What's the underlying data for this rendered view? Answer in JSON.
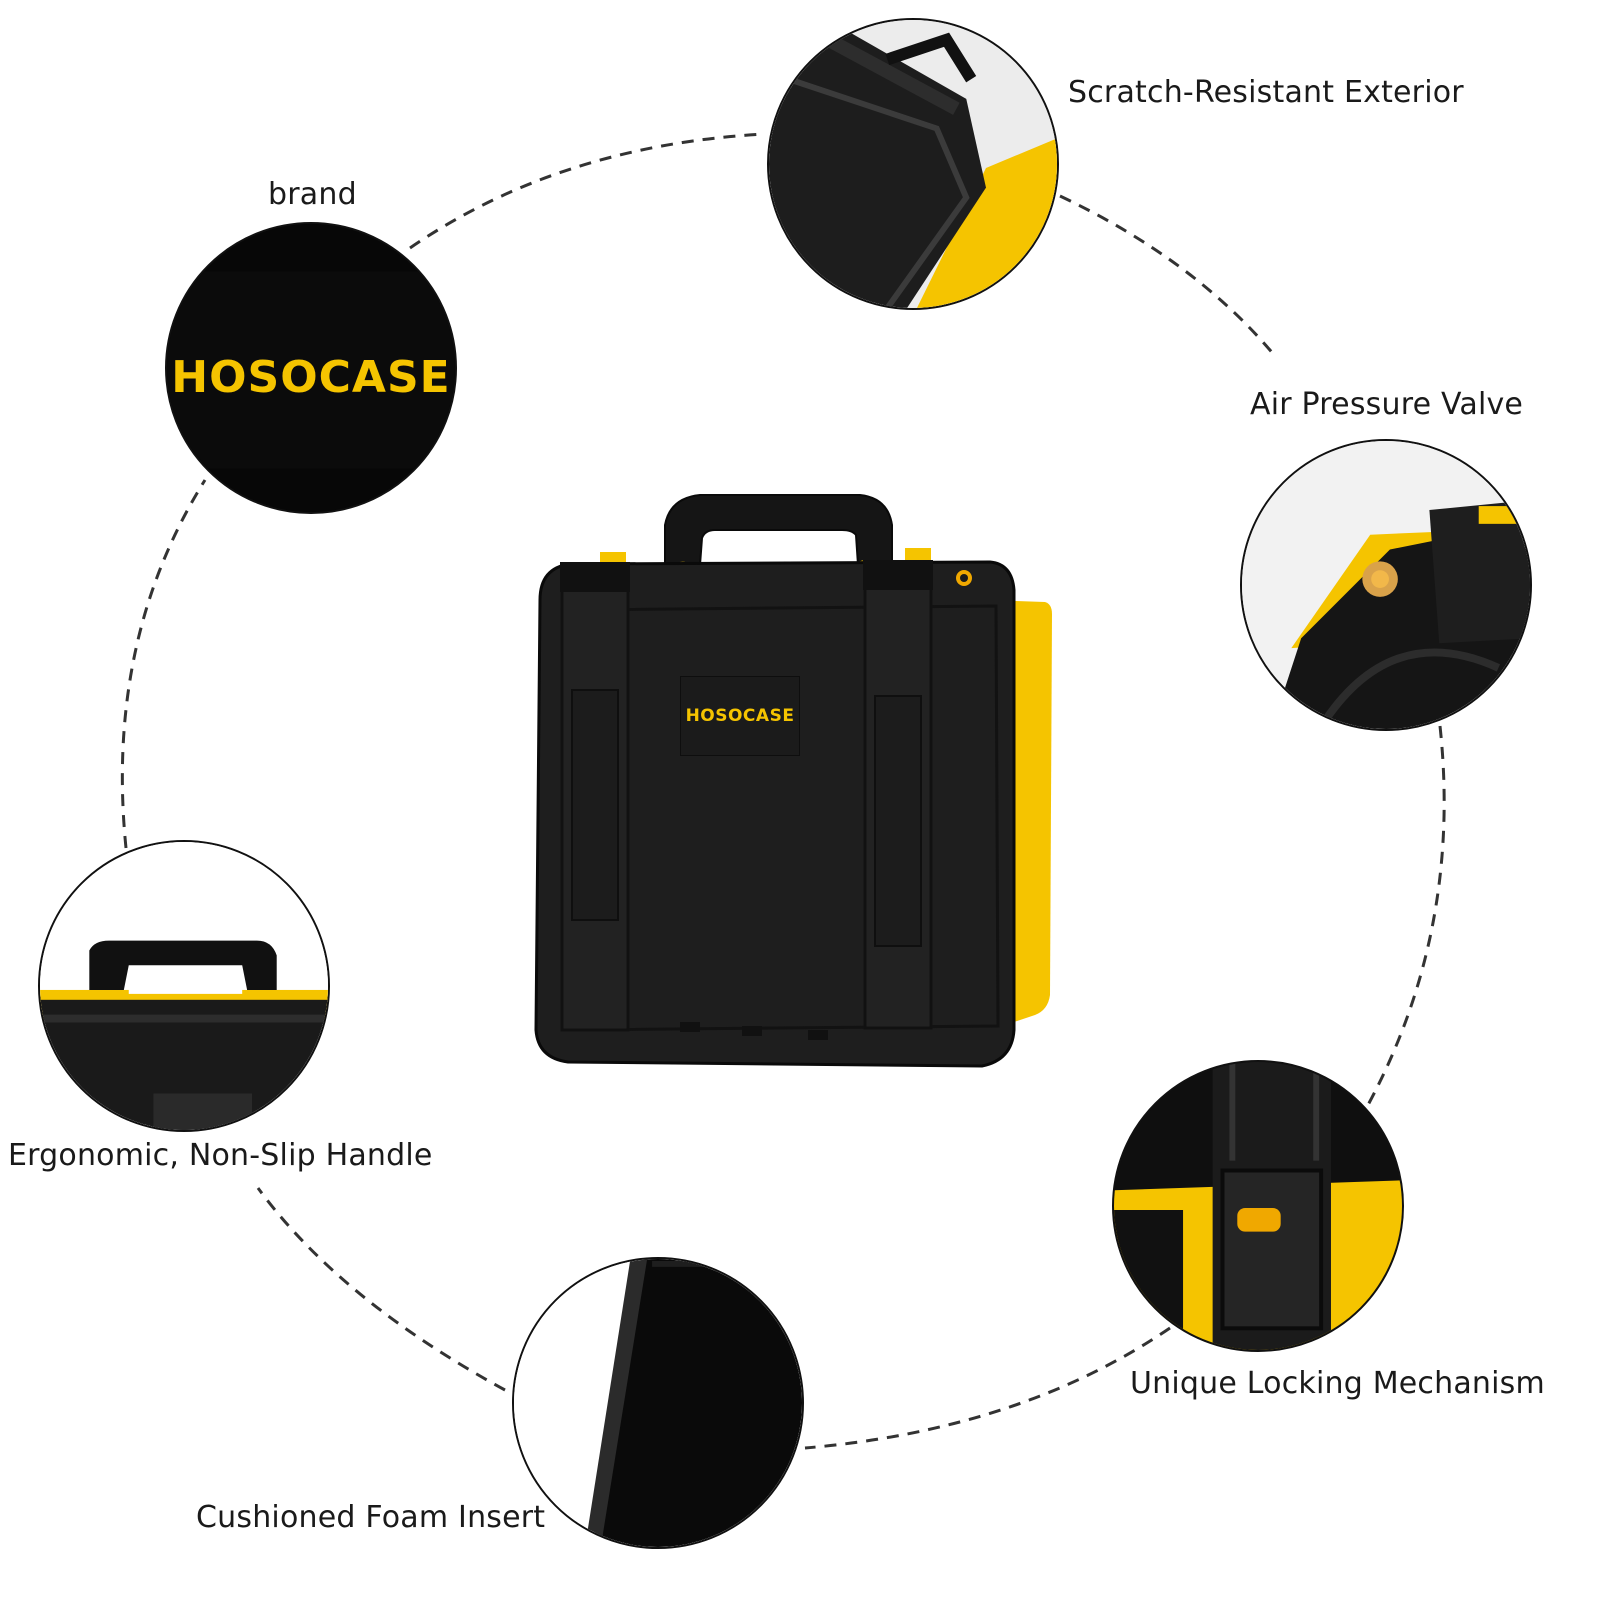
{
  "brand_name": "HOSOCASE",
  "accent_color": "#f5c400",
  "case_color": "#1e1e1e",
  "features": [
    {
      "label": "brand",
      "icon": "brand-logo-closeup"
    },
    {
      "label": "Scratch-Resistant Exterior",
      "icon": "case-corner-closeup"
    },
    {
      "label": "Air Pressure Valve",
      "icon": "valve-closeup"
    },
    {
      "label": "Ergonomic, Non-Slip Handle",
      "icon": "handle-closeup"
    },
    {
      "label": "Unique Locking Mechanism",
      "icon": "latch-closeup"
    },
    {
      "label": "Cushioned Foam Insert",
      "icon": "foam-closeup"
    }
  ]
}
